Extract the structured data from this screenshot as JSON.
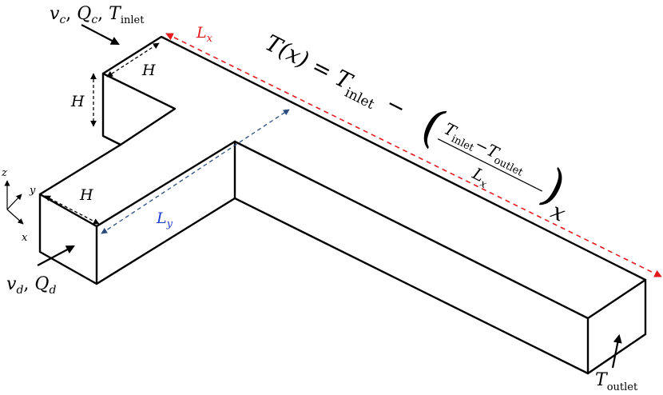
{
  "inlet_label": {
    "main": "v",
    "c_sub": "c",
    "q": "Q",
    "q_sub": "c",
    "t": "T",
    "t_sub": "inlet"
  },
  "outlet_label": {
    "main": "v",
    "d_sub": "d",
    "q": "Q",
    "q_sub": "d"
  },
  "t_outlet": {
    "t": "T",
    "sub": "outlet"
  },
  "dim_h": "H",
  "dim_lx": {
    "main": "L",
    "sub": "x",
    "color": "#e31a1c"
  },
  "dim_ly": {
    "main": "L",
    "sub": "y",
    "color": "#1f3fd1"
  },
  "axes": {
    "z": "z",
    "y": "y",
    "x": "x"
  },
  "equation": {
    "lhs": "T(x) = T",
    "lhs_sub": "inlet",
    "minus": "−",
    "num_t1": "T",
    "num_t1_sub": "inlet",
    "num_minus": "−",
    "num_t2": "T",
    "num_t2_sub": "outlet",
    "den": "L",
    "den_sub": "x",
    "tail": "x"
  }
}
